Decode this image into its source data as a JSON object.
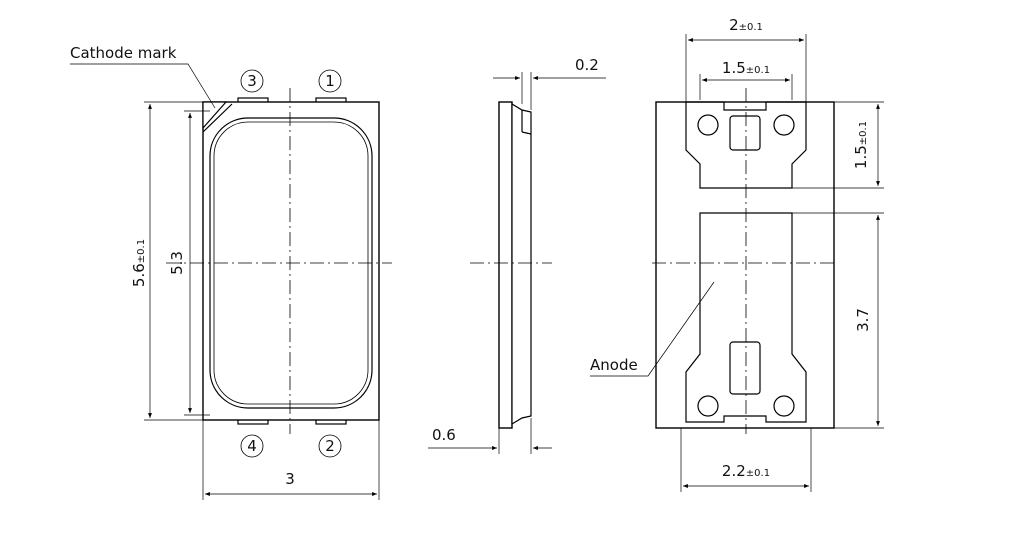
{
  "labels": {
    "cathode_mark": "Cathode mark",
    "anode": "Anode"
  },
  "pins": {
    "pin1": "1",
    "pin2": "2",
    "pin3": "3",
    "pin4": "4"
  },
  "dimensions": {
    "width": "3",
    "height_total_main": "5.6",
    "height_total_tol": "±0.1",
    "height_lens": "5.3",
    "thickness_top": "0.2",
    "thickness_total": "0.6",
    "pad_spacing_outer_main": "2",
    "pad_spacing_outer_tol": "±0.1",
    "pad_spacing_inner_main": "1.5",
    "pad_spacing_inner_tol": "±0.1",
    "top_pad_height_main": "1.5",
    "top_pad_height_tol": "±0.1",
    "bottom_pad_height": "3.7",
    "bottom_pad_width_main": "2.2",
    "bottom_pad_width_tol": "±0.1"
  }
}
